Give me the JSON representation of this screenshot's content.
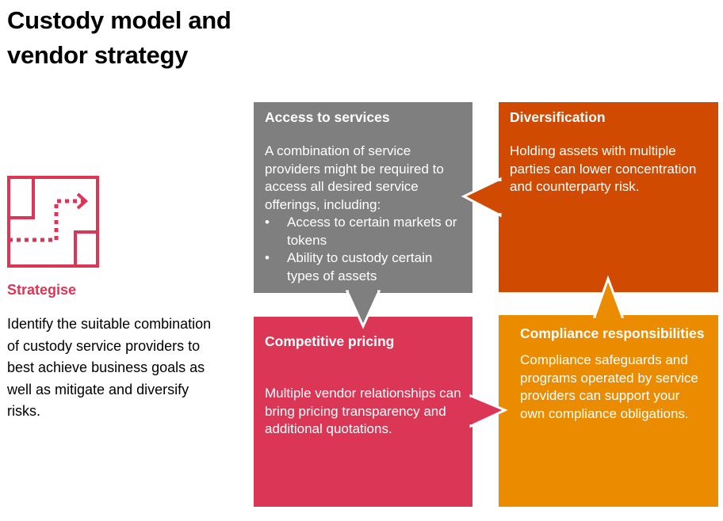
{
  "title_line1": "Custody model and",
  "title_line2": "vendor strategy",
  "left": {
    "icon": "strategy-path-icon",
    "label": "Strategise",
    "description": "Identify the suitable combination of custody service providers to best achieve business goals as well as mitigate and diversify risks."
  },
  "boxes": {
    "access": {
      "heading": "Access to services",
      "body": "A combination of service providers might be required to access all desired service offerings, including:",
      "bullets": [
        "Access to certain markets or tokens",
        "Ability to custody certain types of assets"
      ],
      "color": "#7f7f7f"
    },
    "diversification": {
      "heading": "Diversification",
      "body": "Holding assets with multiple parties can lower concentration and counterparty risk.",
      "color": "#d04a02"
    },
    "pricing": {
      "heading": "Competitive pricing",
      "body": "Multiple vendor relationships can bring pricing transparency and additional quotations.",
      "color": "#db3656"
    },
    "compliance": {
      "heading": "Compliance responsibilities",
      "body": "Compliance safeguards and programs operated by service providers can support your own compliance obligations.",
      "color": "#eb8c00"
    }
  }
}
